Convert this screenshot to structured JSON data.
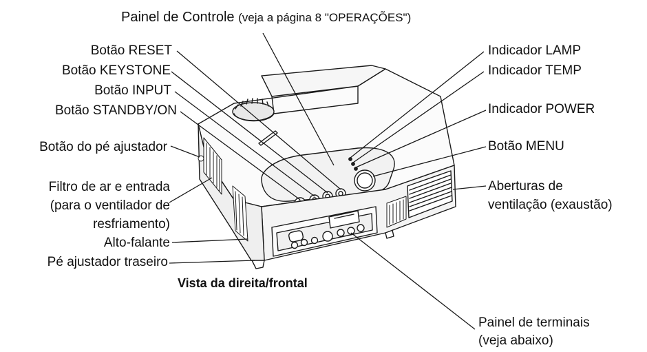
{
  "diagram": {
    "title": {
      "main": "Painel de Controle",
      "note": "(veja a página 8 \"OPERAÇÕES\")"
    },
    "caption": "Vista da direita/frontal",
    "callouts_left": {
      "reset": "Botão RESET",
      "keystone": "Botão KEYSTONE",
      "input": "Botão INPUT",
      "standby": "Botão STANDBY/ON",
      "foot": "Botão do pé ajustador",
      "filter_1": "Filtro de ar e entrada",
      "filter_2": "(para o ventilador de",
      "filter_3": "resfriamento)",
      "speaker": "Alto-falante",
      "rear_foot": "Pé ajustador traseiro"
    },
    "callouts_right": {
      "lamp": "Indicador LAMP",
      "temp": "Indicador TEMP",
      "power": "Indicador POWER",
      "menu": "Botão MENU",
      "vents_1": "Aberturas de",
      "vents_2": "ventilação (exaustão)",
      "terminals_1": "Painel de terminais",
      "terminals_2": "(veja abaixo)"
    }
  }
}
